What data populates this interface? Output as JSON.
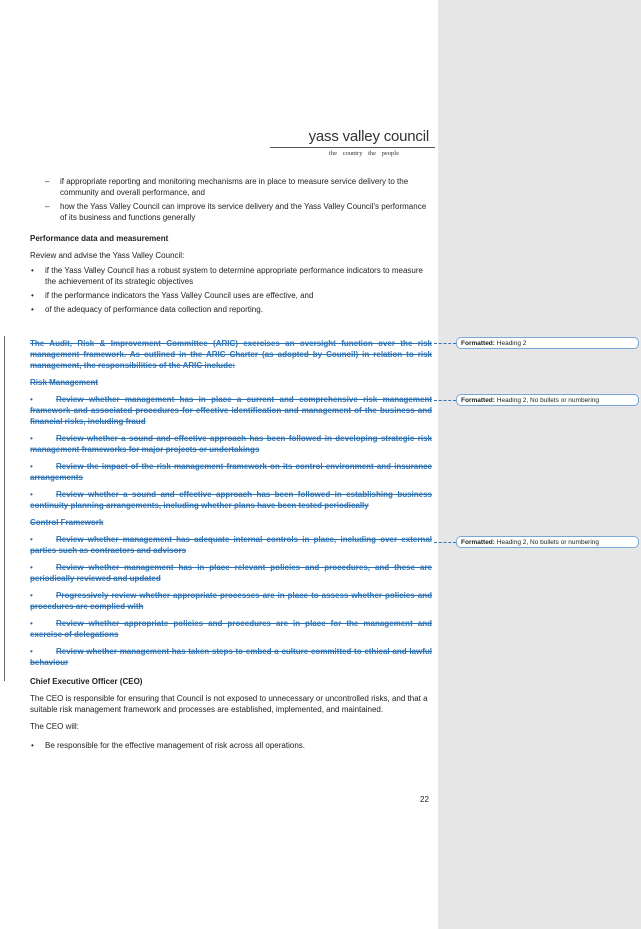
{
  "header": {
    "org_name": "yass valley council",
    "tagline": "the country   the people"
  },
  "intro_dashes": [
    "if appropriate reporting and monitoring mechanisms are in place to measure service delivery to the community and overall performance, and",
    "how the Yass Valley Council can improve its service delivery and the Yass Valley Council's performance of its business and functions generally"
  ],
  "perf_section": {
    "heading": "Performance data and measurement",
    "lead": "Review and advise the Yass Valley Council:",
    "bullets": [
      "if the Yass Valley Council has a robust system to determine appropriate performance indicators to measure the achievement of its strategic objectives",
      "if the performance indicators the Yass Valley Council uses are effective, and",
      "of the adequacy of performance data collection and reporting."
    ]
  },
  "deleted": {
    "intro": "The Audit, Risk & Improvement Committee (ARIC) exercises an oversight function over the risk management framework. As outlined in the ARIC Charter (as adopted by Council) in relation to risk management, the responsibilities of the ARIC include:",
    "risk_heading": "Risk Management",
    "risk_items": [
      "Review whether management has in place a current and comprehensive risk management framework and associated procedures for effective identification and management of the business and financial risks, including fraud",
      "Review whether a sound and effective approach has been followed in developing strategic risk management frameworks for major projects or undertakings",
      "Review the impact of the risk management framework on its control environment and insurance arrangements",
      "Review whether a sound and effective approach has been followed in establishing business continuity planning arrangements, including whether plans have been tested periodically"
    ],
    "control_heading": "Control Framework",
    "control_items": [
      "Review whether management has adequate internal controls in place, including over external parties such as contractors and advisors",
      "Review whether management has in place relevant policies and procedures, and these are periodically reviewed and updated",
      "Progressively review whether appropriate processes are in place to assess whether policies and procedures are complied with",
      "Review whether appropriate policies and procedures are in place for the management and exercise of delegations",
      "Review whether management has taken steps to embed a culture committed to ethical and lawful behaviour"
    ],
    "bullet_char": "•"
  },
  "ceo": {
    "heading": "Chief Executive Officer (CEO)",
    "para": "The CEO is responsible for ensuring that Council is not exposed to unnecessary or uncontrolled risks, and that a suitable risk management framework and processes are established, implemented, and maintained.",
    "will": "The CEO will:",
    "bullets": [
      "Be responsible for the effective management of risk across all operations."
    ]
  },
  "page_number": "22",
  "comments": [
    {
      "label": "Formatted:",
      "text": "Heading 2"
    },
    {
      "label": "Formatted:",
      "text": "Heading 2,  No bullets or numbering"
    },
    {
      "label": "Formatted:",
      "text": "Heading 2,  No bullets or numbering"
    }
  ],
  "colors": {
    "tracked_change": "#2e74b5",
    "markup_pane": "#e6e6e6"
  }
}
